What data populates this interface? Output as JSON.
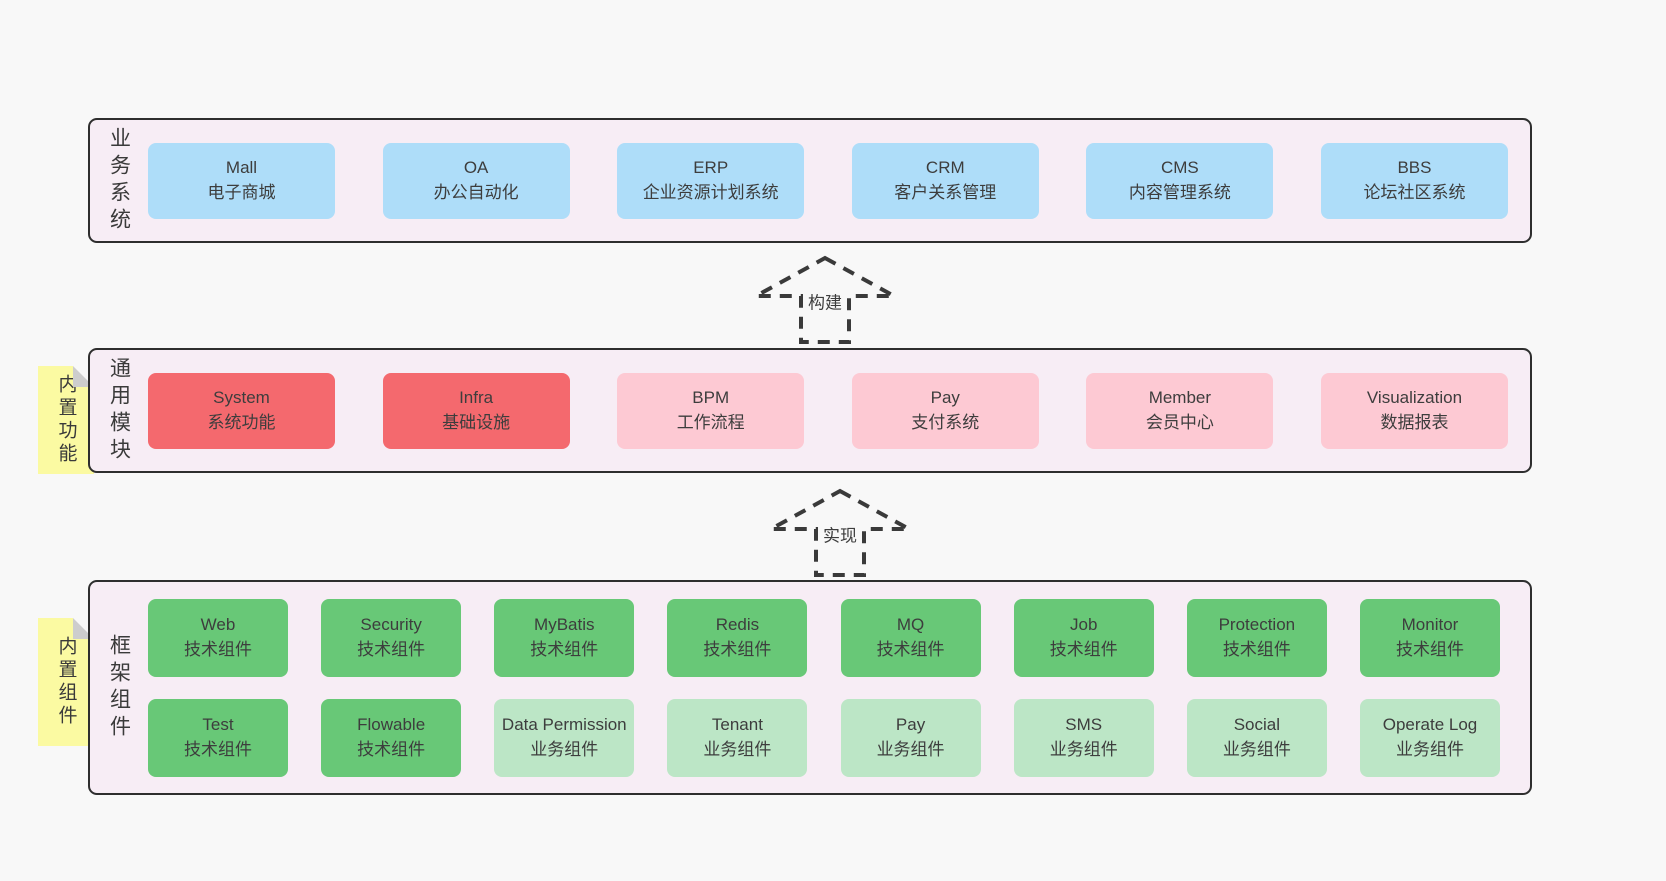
{
  "colors": {
    "page_bg": "#f8f8f8",
    "band_bg": "#f7edf5",
    "band_border": "#2e2e2e",
    "blue": "#aeddf9",
    "red": "#f4696e",
    "pink": "#fdc9d3",
    "green": "#68c877",
    "light_green": "#bce6c6",
    "note_yellow": "#fbfaa2",
    "note_fold": "#cdcdcd",
    "arrow": "#3a3a3a",
    "text": "#3d3d3d"
  },
  "bands": [
    {
      "label": "业务系统",
      "boxes": [
        {
          "title": "Mall",
          "subtitle": "电子商城"
        },
        {
          "title": "OA",
          "subtitle": "办公自动化"
        },
        {
          "title": "ERP",
          "subtitle": "企业资源计划系统"
        },
        {
          "title": "CRM",
          "subtitle": "客户关系管理"
        },
        {
          "title": "CMS",
          "subtitle": "内容管理系统"
        },
        {
          "title": "BBS",
          "subtitle": "论坛社区系统"
        }
      ]
    },
    {
      "label": "通用模块",
      "note": "内置功能",
      "boxes": [
        {
          "title": "System",
          "subtitle": "系统功能"
        },
        {
          "title": "Infra",
          "subtitle": "基础设施"
        },
        {
          "title": "BPM",
          "subtitle": "工作流程"
        },
        {
          "title": "Pay",
          "subtitle": "支付系统"
        },
        {
          "title": "Member",
          "subtitle": "会员中心"
        },
        {
          "title": "Visualization",
          "subtitle": "数据报表"
        }
      ]
    },
    {
      "label": "框架组件",
      "note": "内置组件",
      "boxes": [
        {
          "title": "Web",
          "subtitle": "技术组件"
        },
        {
          "title": "Security",
          "subtitle": "技术组件"
        },
        {
          "title": "MyBatis",
          "subtitle": "技术组件"
        },
        {
          "title": "Redis",
          "subtitle": "技术组件"
        },
        {
          "title": "MQ",
          "subtitle": "技术组件"
        },
        {
          "title": "Job",
          "subtitle": "技术组件"
        },
        {
          "title": "Protection",
          "subtitle": "技术组件"
        },
        {
          "title": "Monitor",
          "subtitle": "技术组件"
        },
        {
          "title": "Test",
          "subtitle": "技术组件"
        },
        {
          "title": "Flowable",
          "subtitle": "技术组件"
        },
        {
          "title": "Data Permission",
          "subtitle": "业务组件"
        },
        {
          "title": "Tenant",
          "subtitle": "业务组件"
        },
        {
          "title": "Pay",
          "subtitle": "业务组件"
        },
        {
          "title": "SMS",
          "subtitle": "业务组件"
        },
        {
          "title": "Social",
          "subtitle": "业务组件"
        },
        {
          "title": "Operate Log",
          "subtitle": "业务组件"
        }
      ]
    }
  ],
  "arrows": [
    {
      "label": "构建"
    },
    {
      "label": "实现"
    }
  ]
}
